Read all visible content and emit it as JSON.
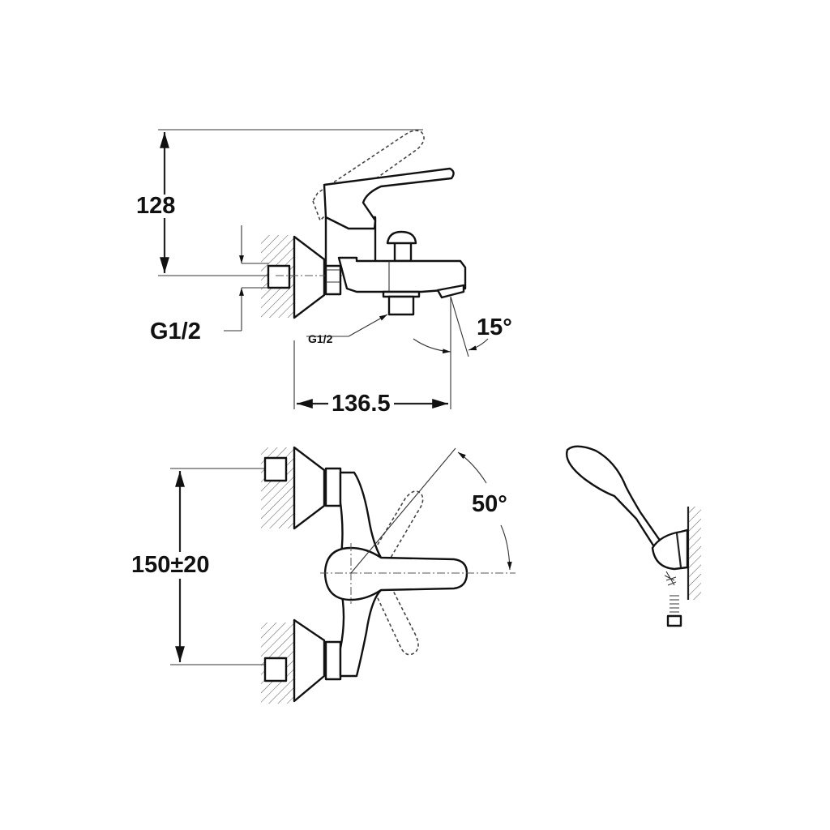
{
  "side_view": {
    "height_dim": "128",
    "inlet_thread": "G1/2",
    "outlet_thread": "G1/2",
    "spout_angle": "15°",
    "projection_dim": "136.5"
  },
  "top_view": {
    "center_distance_dim": "150±20",
    "lever_angle": "50°"
  },
  "colors": {
    "line": "#111111",
    "background": "#ffffff"
  }
}
